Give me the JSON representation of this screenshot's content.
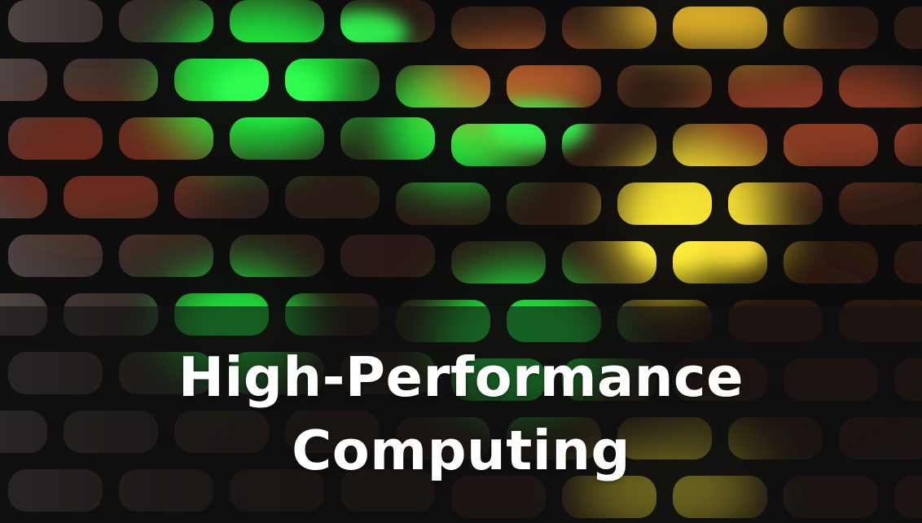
{
  "hero": {
    "title_line1": "High-Performance",
    "title_line2": "Computing"
  },
  "colors": {
    "panel_dark": "#0f0f0f",
    "led_green": "#25d83c",
    "led_yellow": "#f2e23a",
    "led_orange": "#e8802a",
    "overlay": "#121212",
    "title_text": "#ffffff"
  },
  "icons": {
    "background": "perforated-metal-server-grille-with-glowing-leds"
  }
}
